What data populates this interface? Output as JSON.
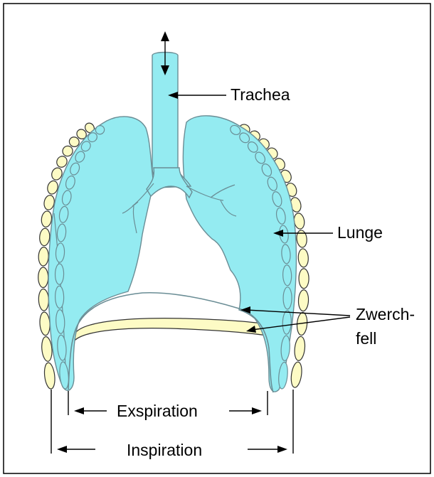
{
  "labels": {
    "trachea": "Trachea",
    "lunge": "Lunge",
    "zwerch_line1": "Zwerch-",
    "zwerch_line2": "fell",
    "exspiration": "Exspiration",
    "inspiration": "Inspiration"
  },
  "colors": {
    "lung": "#94ebf1",
    "lung_outline": "#6a8d95",
    "rib": "#fdfbc5",
    "rib_outline": "#333333",
    "diaphragm": "#fdfbc5",
    "frame": "#000000"
  }
}
